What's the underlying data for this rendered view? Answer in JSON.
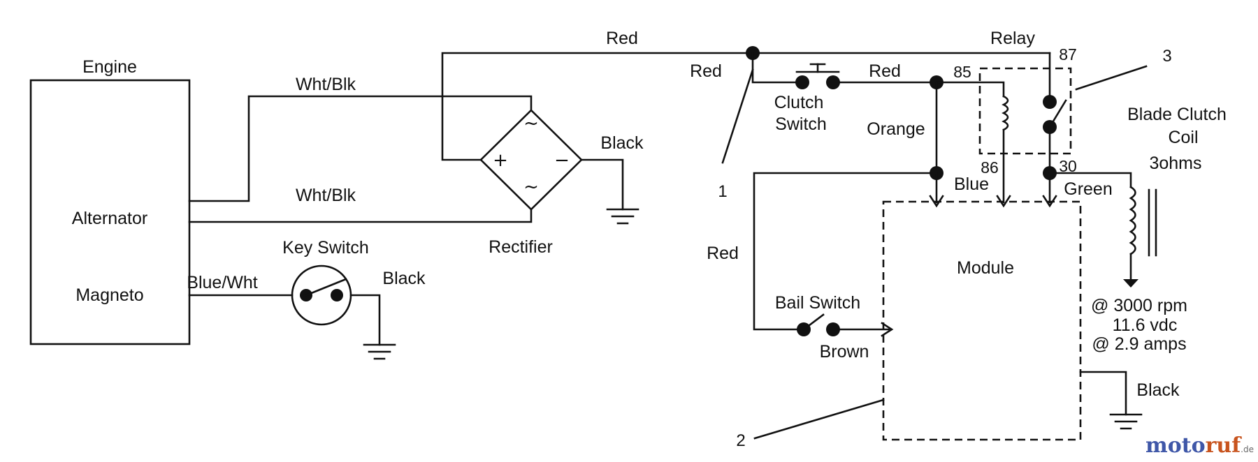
{
  "labels": {
    "engine": "Engine",
    "alternator": "Alternator",
    "magneto": "Magneto",
    "wht_blk_top": "Wht/Blk",
    "wht_blk_bottom": "Wht/Blk",
    "red_top": "Red",
    "red_junction": "Red",
    "red_clutch": "Red",
    "red_left": "Red",
    "relay": "Relay",
    "pin_87": "87",
    "pin_85": "85",
    "pin_86": "86",
    "pin_30": "30",
    "callout_1": "1",
    "callout_2": "2",
    "callout_3": "3",
    "clutch_switch_1": "Clutch",
    "clutch_switch_2": "Switch",
    "orange": "Orange",
    "blue": "Blue",
    "green": "Green",
    "black_rect": "Black",
    "black_key": "Black",
    "black_module": "Black",
    "rectifier": "Rectifier",
    "key_switch": "Key Switch",
    "blue_wht": "Blue/Wht",
    "blade_clutch_1": "Blade Clutch",
    "blade_clutch_2": "Coil",
    "blade_clutch_3": "3ohms",
    "module": "Module",
    "bail_switch": "Bail Switch",
    "brown": "Brown",
    "spec_1": "@ 3000 rpm",
    "spec_2": "11.6 vdc",
    "spec_3": "@ 2.9 amps",
    "rect_ac_top": "~",
    "rect_ac_bottom": "~",
    "rect_plus": "+",
    "rect_minus": "−"
  },
  "watermark": {
    "part1": "moto",
    "part2": "ruf",
    "part3": ".de"
  },
  "colors": {
    "watermark_blue": "#3f57a8",
    "watermark_orange": "#c8541e"
  }
}
